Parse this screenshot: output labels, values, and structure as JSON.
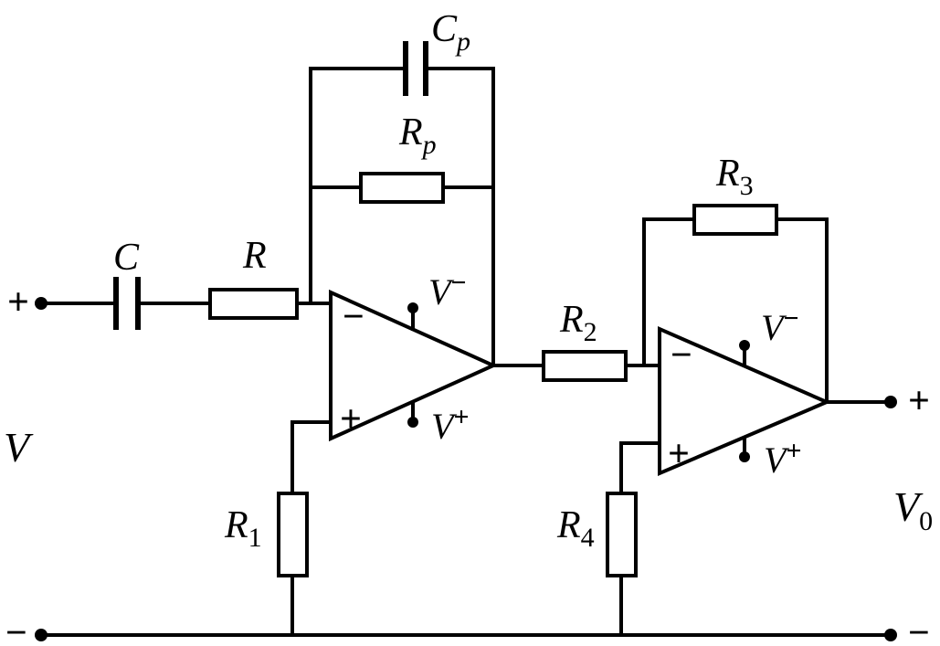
{
  "terminals": {
    "input_plus": "+",
    "ground_minus_left": "−",
    "output_plus": "+",
    "ground_minus_right": "−"
  },
  "sources": {
    "v_in": {
      "main": "V"
    },
    "v_out": {
      "main": "V",
      "sub": "0"
    }
  },
  "components": {
    "c": {
      "main": "C"
    },
    "r": {
      "main": "R"
    },
    "cp": {
      "main": "C",
      "sub": "p"
    },
    "rp": {
      "main": "R",
      "sub": "p"
    },
    "r1": {
      "main": "R",
      "sub": "1"
    },
    "r2": {
      "main": "R",
      "sub": "2"
    },
    "r3": {
      "main": "R",
      "sub": "3"
    },
    "r4": {
      "main": "R",
      "sub": "4"
    }
  },
  "opamp1": {
    "inverting_mark": "−",
    "noninverting_mark": "+",
    "v_neg": {
      "main": "V",
      "sup": "−"
    },
    "v_pos": {
      "main": "V",
      "sup": "+"
    }
  },
  "opamp2": {
    "inverting_mark": "−",
    "noninverting_mark": "+",
    "v_neg": {
      "main": "V",
      "sup": "−"
    },
    "v_pos": {
      "main": "V",
      "sup": "+"
    }
  }
}
